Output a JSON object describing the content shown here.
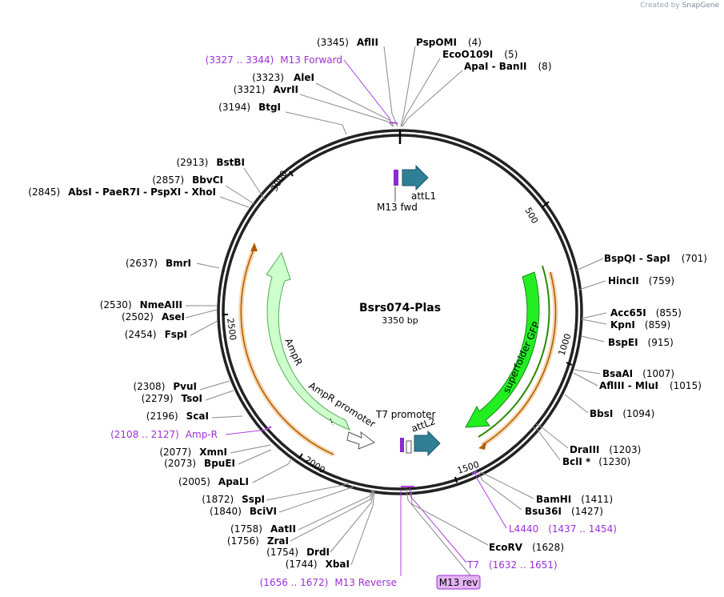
{
  "credit": {
    "prefix": "Created by",
    "brand": "SnapGene"
  },
  "plasmid": {
    "name": "Bsrs074-Plas",
    "length_label": "3350 bp",
    "length_bp": 3350
  },
  "ticks": [
    "500",
    "1000",
    "1500",
    "2000",
    "2500",
    "3000"
  ],
  "enzymes": [
    {
      "id": "aflii",
      "name": "AflII",
      "pos": "(3345)"
    },
    {
      "id": "pspomi",
      "name": "PspOMI",
      "pos": "(4)"
    },
    {
      "id": "eco0109i",
      "name": "EcoO109I",
      "pos": "(5)"
    },
    {
      "id": "apai-banii",
      "name": "ApaI  - BanII",
      "pos": "(8)"
    },
    {
      "id": "alei",
      "name": "AleI",
      "pos": "(3323)"
    },
    {
      "id": "avrii",
      "name": "AvrII",
      "pos": "(3321)"
    },
    {
      "id": "btgi",
      "name": "BtgI",
      "pos": "(3194)"
    },
    {
      "id": "bstbi",
      "name": "BstBI",
      "pos": "(2913)"
    },
    {
      "id": "bbvci",
      "name": "BbvCI",
      "pos": "(2857)"
    },
    {
      "id": "absi-group",
      "name": "AbsI  - PaeR7I  - PspXI  - XhoI",
      "pos": "(2845)"
    },
    {
      "id": "bmri",
      "name": "BmrI",
      "pos": "(2637)"
    },
    {
      "id": "nmeaiii",
      "name": "NmeAIII",
      "pos": "(2530)"
    },
    {
      "id": "asei",
      "name": "AseI",
      "pos": "(2502)"
    },
    {
      "id": "fspi",
      "name": "FspI",
      "pos": "(2454)"
    },
    {
      "id": "pvui",
      "name": "PvuI",
      "pos": "(2308)"
    },
    {
      "id": "tsoi",
      "name": "TsoI",
      "pos": "(2279)"
    },
    {
      "id": "scai",
      "name": "ScaI",
      "pos": "(2196)"
    },
    {
      "id": "xmni",
      "name": "XmnI",
      "pos": "(2077)"
    },
    {
      "id": "bpuei",
      "name": "BpuEI",
      "pos": "(2073)"
    },
    {
      "id": "apali",
      "name": "ApaLI",
      "pos": "(2005)"
    },
    {
      "id": "sspi",
      "name": "SspI",
      "pos": "(1872)"
    },
    {
      "id": "bcivi",
      "name": "BciVI",
      "pos": "(1840)"
    },
    {
      "id": "aatii",
      "name": "AatII",
      "pos": "(1758)"
    },
    {
      "id": "zrai",
      "name": "ZraI",
      "pos": "(1756)"
    },
    {
      "id": "drdi",
      "name": "DrdI",
      "pos": "(1754)"
    },
    {
      "id": "xbai",
      "name": "XbaI",
      "pos": "(1744)"
    },
    {
      "id": "bspqi-sapi",
      "name": "BspQI  - SapI",
      "pos": "(701)"
    },
    {
      "id": "hincii",
      "name": "HincII",
      "pos": "(759)"
    },
    {
      "id": "acc65i",
      "name": "Acc65I",
      "pos": "(855)"
    },
    {
      "id": "kpni",
      "name": "KpnI",
      "pos": "(859)"
    },
    {
      "id": "bspei",
      "name": "BspEI",
      "pos": "(915)"
    },
    {
      "id": "bsaai",
      "name": "BsaAI",
      "pos": "(1007)"
    },
    {
      "id": "afliii-mlui",
      "name": "AflIII  - MluI",
      "pos": "(1015)"
    },
    {
      "id": "bbsi",
      "name": "BbsI",
      "pos": "(1094)"
    },
    {
      "id": "draiii",
      "name": "DraIII",
      "pos": "(1203)"
    },
    {
      "id": "bcli",
      "name": "BclI *",
      "pos": "(1230)"
    },
    {
      "id": "bamhi",
      "name": "BamHI",
      "pos": "(1411)"
    },
    {
      "id": "bsu36i",
      "name": "Bsu36I",
      "pos": "(1427)"
    },
    {
      "id": "ecorv",
      "name": "EcoRV",
      "pos": "(1628)"
    }
  ],
  "primers": [
    {
      "id": "m13-forward",
      "range": "(3327 .. 3344)",
      "name": "M13 Forward"
    },
    {
      "id": "amp-r",
      "range": "(2108 .. 2127)",
      "name": "Amp-R"
    },
    {
      "id": "m13-reverse",
      "range": "(1656 .. 1672)",
      "name": "M13 Reverse"
    },
    {
      "id": "l4440",
      "name": "L4440",
      "range": "(1437 .. 1454)"
    },
    {
      "id": "t7",
      "name": "T7",
      "range": "(1632 .. 1651)"
    }
  ],
  "features": {
    "attl1": "attL1",
    "m13fwd": "M13 fwd",
    "ampr": "AmpR",
    "ampr_promoter": "AmpR promoter",
    "t7_promoter": "T7 promoter",
    "attl2": "attL2",
    "sfgfp": "superfolder GFP",
    "m13rev": "M13 rev"
  },
  "colors": {
    "ring": "#222222",
    "primer": "#9b30d6",
    "gfp": "#22ee22",
    "ampr": "#ccffcc",
    "att": "#2f7f95",
    "orf": "#e08a1a",
    "m13rev_box": "#e3b4f2"
  }
}
